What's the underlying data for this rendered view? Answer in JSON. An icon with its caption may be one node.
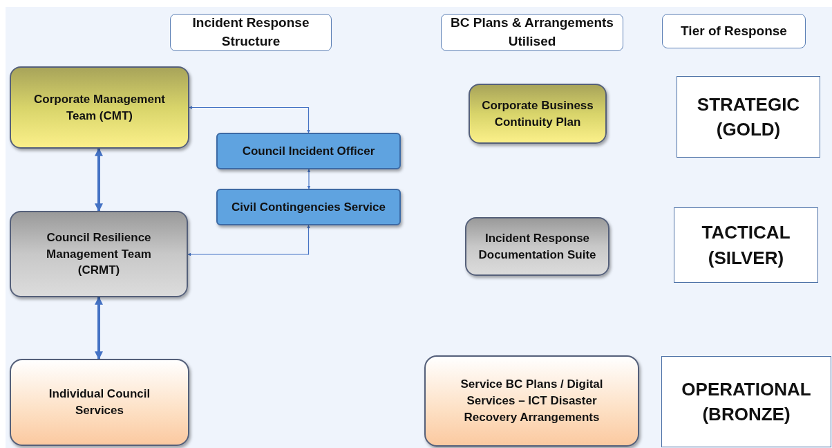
{
  "diagram": {
    "nodes": [
      {
        "text": [
          "Incident Response Structure"
        ]
      },
      {
        "text": [
          "BC Plans & Arrangements Utilised"
        ]
      },
      {
        "text": [
          "Tier of Response"
        ]
      },
      {
        "text": [
          "Corporate Management Team (CMT)"
        ]
      },
      {
        "text": [
          "Council Incident Officer"
        ]
      },
      {
        "text": [
          "Civil Contingencies Service"
        ]
      },
      {
        "text": [
          "Council Resilience Management Team (CRMT)"
        ]
      },
      {
        "text": [
          "Individual Council Services"
        ]
      },
      {
        "text": [
          "Corporate Business Continuity Plan"
        ]
      },
      {
        "text": [
          "Incident Response Documentation Suite"
        ]
      },
      {
        "text": [
          "Service BC Plans / Digital Services – ICT Disaster Recovery Arrangements"
        ]
      },
      {
        "text": [
          "STRATEGIC (GOLD)"
        ]
      },
      {
        "text": [
          "TACTICAL (SILVER)"
        ]
      },
      {
        "text": [
          "OPERATIONAL (BRONZE)"
        ]
      }
    ],
    "edges": [
      {
        "from": 3,
        "to": 6,
        "arrow": "both",
        "style": "thick"
      },
      {
        "from": 4,
        "to": 3,
        "arrow": "both"
      },
      {
        "from": 4,
        "to": 5,
        "arrow": "both"
      },
      {
        "from": 5,
        "to": 6,
        "arrow": "both"
      },
      {
        "from": 6,
        "to": 7,
        "arrow": "both",
        "style": "thick"
      }
    ]
  }
}
